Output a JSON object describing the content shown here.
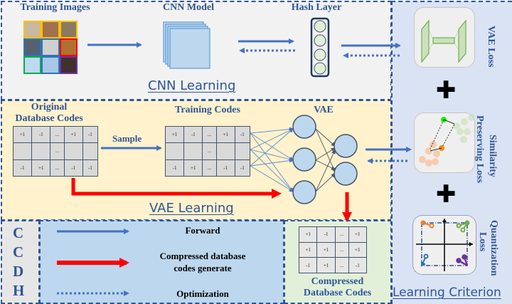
{
  "cnn_section": {
    "label": "CNN Learning",
    "training_images_title": "Training Images",
    "training_images_border_colors": [
      "#ffc000",
      "#ffc000",
      "#ffc000",
      "#2e75b6",
      "#2e75b6",
      "#ff0000",
      "#00b050",
      "#2e75b6",
      "#7030a0"
    ],
    "cnn_model_title": "CNN Model",
    "hash_layer_title": "Hash Layer"
  },
  "vae_section": {
    "label": "VAE Learning",
    "original_codes_title_line1": "Original",
    "original_codes_title_line2": "Database Codes",
    "sample_label": "Sample",
    "training_codes_title": "Training Codes",
    "vae_title": "VAE",
    "original_codes": [
      [
        "+1",
        "-1",
        "...",
        "+1",
        "-1"
      ],
      [
        "",
        "",
        "...",
        "",
        ""
      ],
      [
        "-1",
        "+1",
        "...",
        "-1",
        "-1"
      ]
    ],
    "training_codes": [
      [
        "+1",
        "-1",
        "...",
        "+1",
        "-1"
      ],
      [
        "",
        "",
        "...",
        "",
        ""
      ],
      [
        "-1",
        "+1",
        "...",
        "-1",
        "-1"
      ]
    ]
  },
  "method_name_letters": [
    "C",
    "C",
    "D",
    "H"
  ],
  "legend": {
    "forward": "Forward",
    "compressed_line1": "Compressed database",
    "compressed_line2": "codes generate",
    "optimization": "Optimization",
    "colors": {
      "forward": "#4472c4",
      "compressed": "#ff0000",
      "optimization": "#4472c4"
    }
  },
  "compressed_section": {
    "title_line1": "Compressed",
    "title_line2": "Database Codes",
    "codes": [
      [
        "+1",
        "-1",
        "...",
        "+1"
      ],
      [
        "+1",
        "+1",
        "...",
        "+1"
      ],
      [
        "-1",
        "+1",
        "...",
        "-1"
      ]
    ]
  },
  "criterion_section": {
    "label": "Learning Criterion",
    "vae_loss": "VAE Loss",
    "similarity_line1": "Similarity",
    "similarity_line2": "Preserving Loss",
    "quantization_line1": "Quantization",
    "quantization_line2": "Loss",
    "plus_symbol": "✚"
  },
  "colors": {
    "accent_blue": "#2f5597",
    "arrow_blue": "#4472c4",
    "arrow_red": "#ff0000",
    "cnn_bg": "#f2f2f2",
    "vae_bg": "#fff2cc",
    "legend_bg": "#bdd7ee",
    "compressed_bg": "#e2f0d9",
    "criterion_bg": "#dae3f3"
  }
}
